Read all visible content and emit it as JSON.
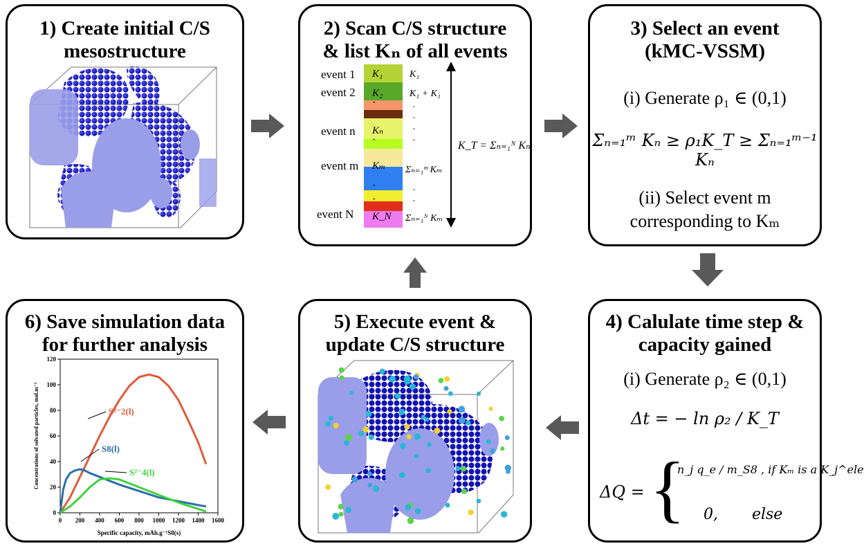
{
  "panels": {
    "p1": {
      "title_l1": "1) Create initial C/S",
      "title_l2": "mesostructure"
    },
    "p2": {
      "title_l1": "2) Scan C/S structure",
      "title_l2": "& list Kₙ of all events"
    },
    "p3": {
      "title_l1": "3) Select an event",
      "title_l2": "(kMC-VSSM)",
      "step_i": "(i) Generate ρ₁ ∈ (0,1)",
      "ineq": "Σₙ₌₁ᵐ Kₙ ≥ ρ₁K_T ≥ Σₙ₌₁ᵐ⁻¹ Kₙ",
      "step_ii_l1": "(ii) Select event m",
      "step_ii_l2": "corresponding to Kₘ"
    },
    "p4": {
      "title_l1": "4) Calulate time step &",
      "title_l2": "capacity gained",
      "step_i": "(i) Generate ρ₂ ∈ (0,1)",
      "dt": "Δt = − ln ρ₂ / K_T",
      "dq_case1": "n_j q_e / m_S8 ,  if Kₘ is a K_j^ele",
      "dq_case2": "0,       else"
    },
    "p5": {
      "title_l1": "5) Execute event &",
      "title_l2": "update C/S structure"
    },
    "p6": {
      "title_l1": "6) Save simulation data",
      "title_l2": "for further analysis"
    }
  },
  "event_list": {
    "labels": [
      "event 1",
      "event 2",
      "event n",
      "event m",
      "event N"
    ],
    "k_labels": [
      "K₁",
      "K₂",
      "Kₙ",
      "Kₘ",
      "K_N"
    ],
    "cum_labels": [
      "K₁",
      "K₁ + K₁",
      "Σₙ₌₁ᵐ Kₘ",
      "Σₙ₌₁ᴺ Kₘ"
    ],
    "total": "K_T = Σₙ₌₁ᴺ Kₙ",
    "colors": [
      "#b5d334",
      "#5aa82a",
      "#f4956a",
      "#6b2d0c",
      "#e8f36a",
      "#b6ff1e",
      "#f6e89a",
      "#2f7ff0",
      "#f1ef2f",
      "#e32d1b",
      "#ee7bf0"
    ]
  },
  "chart_data": {
    "type": "line",
    "ylabel": "Concentrations of solvated particles, mol.m⁻³",
    "xlabel": "Specific capacity, mAh.g⁻¹S8(s)",
    "xlim": [
      0,
      1600
    ],
    "ylim": [
      0,
      120
    ],
    "x_ticks": [
      "0",
      "200",
      "400",
      "600",
      "800",
      "1000",
      "1200",
      "1400",
      "1600"
    ],
    "y_ticks": [
      "0",
      "20",
      "40",
      "60",
      "80",
      "100",
      "120"
    ],
    "series": [
      {
        "name": "S²⁻2(l)",
        "color": "#e25a3b",
        "x": [
          0,
          100,
          200,
          300,
          400,
          500,
          600,
          700,
          800,
          900,
          1000,
          1100,
          1200,
          1300,
          1400,
          1480
        ],
        "values": [
          0,
          12,
          28,
          44,
          60,
          75,
          88,
          99,
          106,
          108,
          106,
          99,
          88,
          72,
          55,
          38
        ]
      },
      {
        "name": "S8(l)",
        "color": "#2a6fa8",
        "x": [
          0,
          30,
          60,
          100,
          150,
          200,
          250,
          300,
          400,
          600,
          800,
          1000,
          1200,
          1400,
          1480
        ],
        "values": [
          0,
          18,
          26,
          31,
          33,
          34,
          33,
          31,
          28,
          22,
          17,
          12,
          9,
          6,
          5
        ]
      },
      {
        "name": "S²⁻4(l)",
        "color": "#3fd33c",
        "x": [
          0,
          100,
          200,
          300,
          400,
          500,
          600,
          800,
          1000,
          1200,
          1400,
          1480
        ],
        "values": [
          0,
          5,
          12,
          20,
          26,
          27,
          26,
          20,
          14,
          8,
          3,
          1
        ]
      }
    ]
  }
}
